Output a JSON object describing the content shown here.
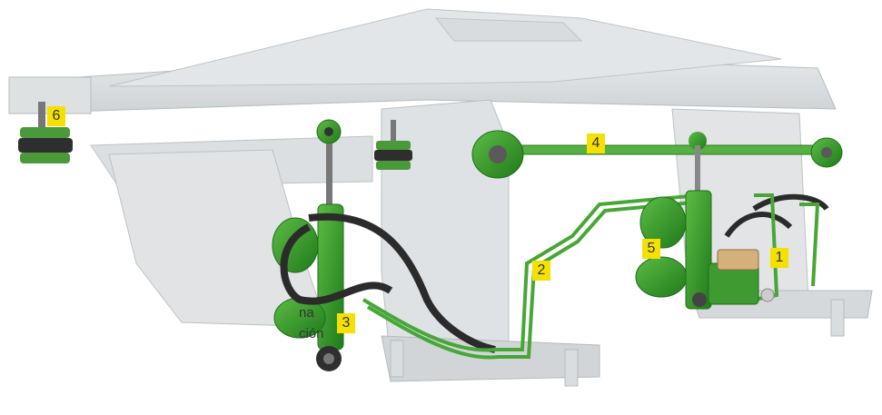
{
  "callouts": [
    "1",
    "2",
    "3",
    "4",
    "5",
    "6"
  ],
  "side_text": [
    "na",
    "ción"
  ],
  "colors": {
    "green": "#3a9b2c",
    "dark_green": "#1f6e1a",
    "frame": "#cfd3d6",
    "frame_edge": "#aab0b4",
    "hose": "#2b2b2b",
    "callout": "#f5e100"
  }
}
